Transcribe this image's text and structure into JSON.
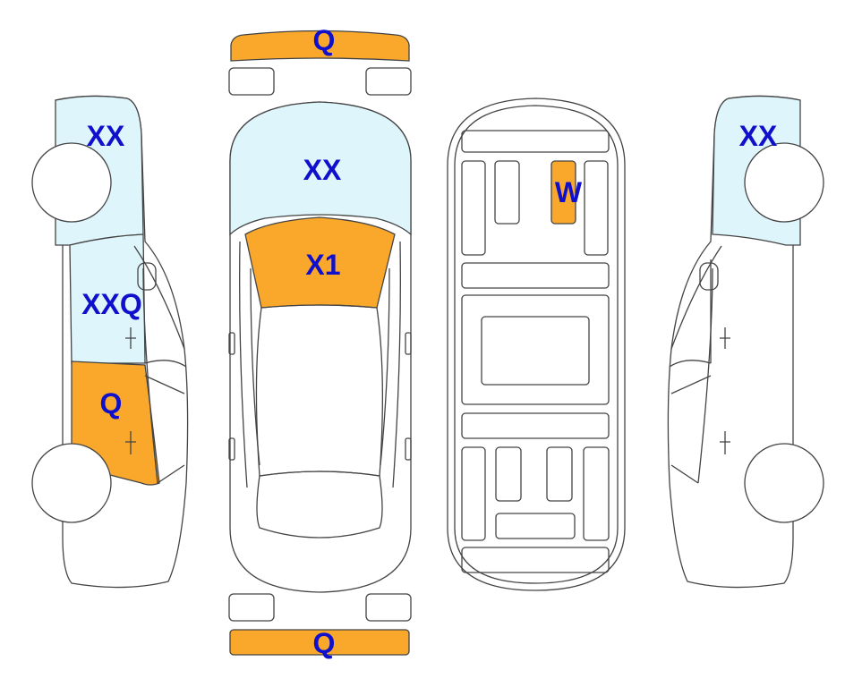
{
  "colors": {
    "damaged": "#f9a82b",
    "glass": "#ddf5fb",
    "outline": "#444444",
    "label": "#1010cc",
    "background": "#ffffff"
  },
  "labels": {
    "front_bumper": "Q",
    "rear_bumper": "Q",
    "hood": "XX",
    "windshield": "X1",
    "roof_part": "W",
    "left_front_fender": "XX",
    "left_front_door": "XXQ",
    "left_rear_door": "Q",
    "right_front_fender": "XX"
  }
}
